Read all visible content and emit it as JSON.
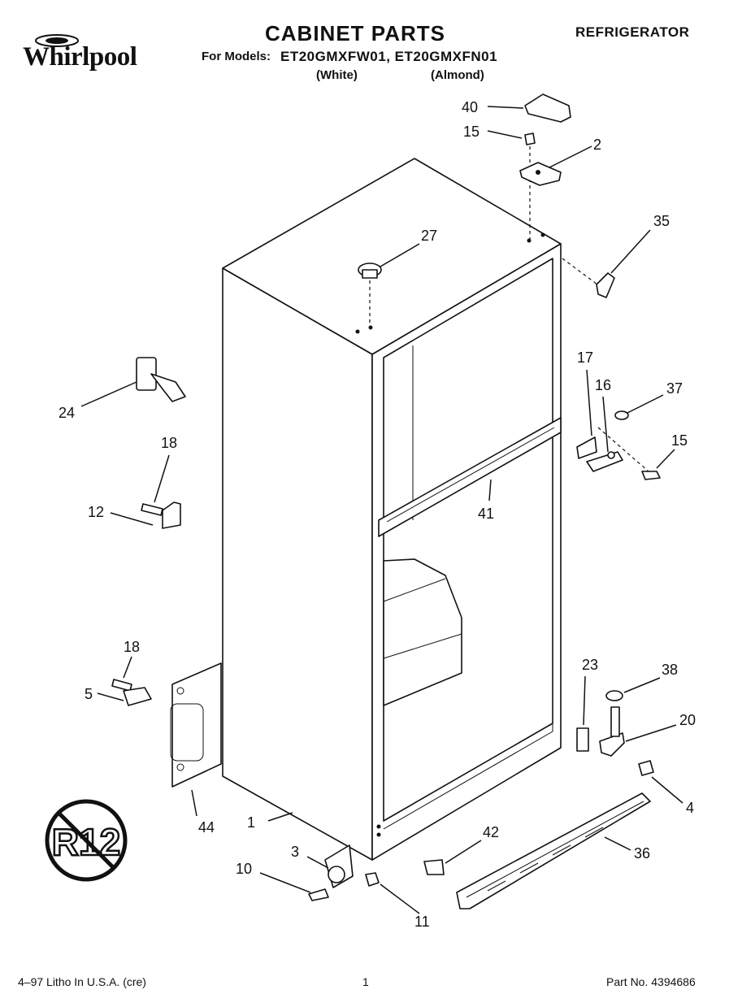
{
  "header": {
    "brand": "Whirlpool",
    "title": "CABINET PARTS",
    "category": "REFRIGERATOR",
    "models_label": "For Models:",
    "models": "ET20GMXFW01, ET20GMXFN01",
    "variant_white": "(White)",
    "variant_almond": "(Almond)"
  },
  "badge": {
    "text": "R12"
  },
  "parts": {
    "p1": "1",
    "p2": "2",
    "p3": "3",
    "p4": "4",
    "p5": "5",
    "p10": "10",
    "p11": "11",
    "p12": "12",
    "p15a": "15",
    "p15b": "15",
    "p16": "16",
    "p17": "17",
    "p18a": "18",
    "p18b": "18",
    "p20": "20",
    "p23": "23",
    "p24": "24",
    "p27": "27",
    "p35": "35",
    "p36": "36",
    "p37": "37",
    "p38": "38",
    "p40": "40",
    "p41": "41",
    "p42": "42",
    "p44": "44"
  },
  "footer": {
    "litho": "4–97 Litho In U.S.A. (cre)",
    "page": "1",
    "part_no": "Part No. 4394686"
  }
}
